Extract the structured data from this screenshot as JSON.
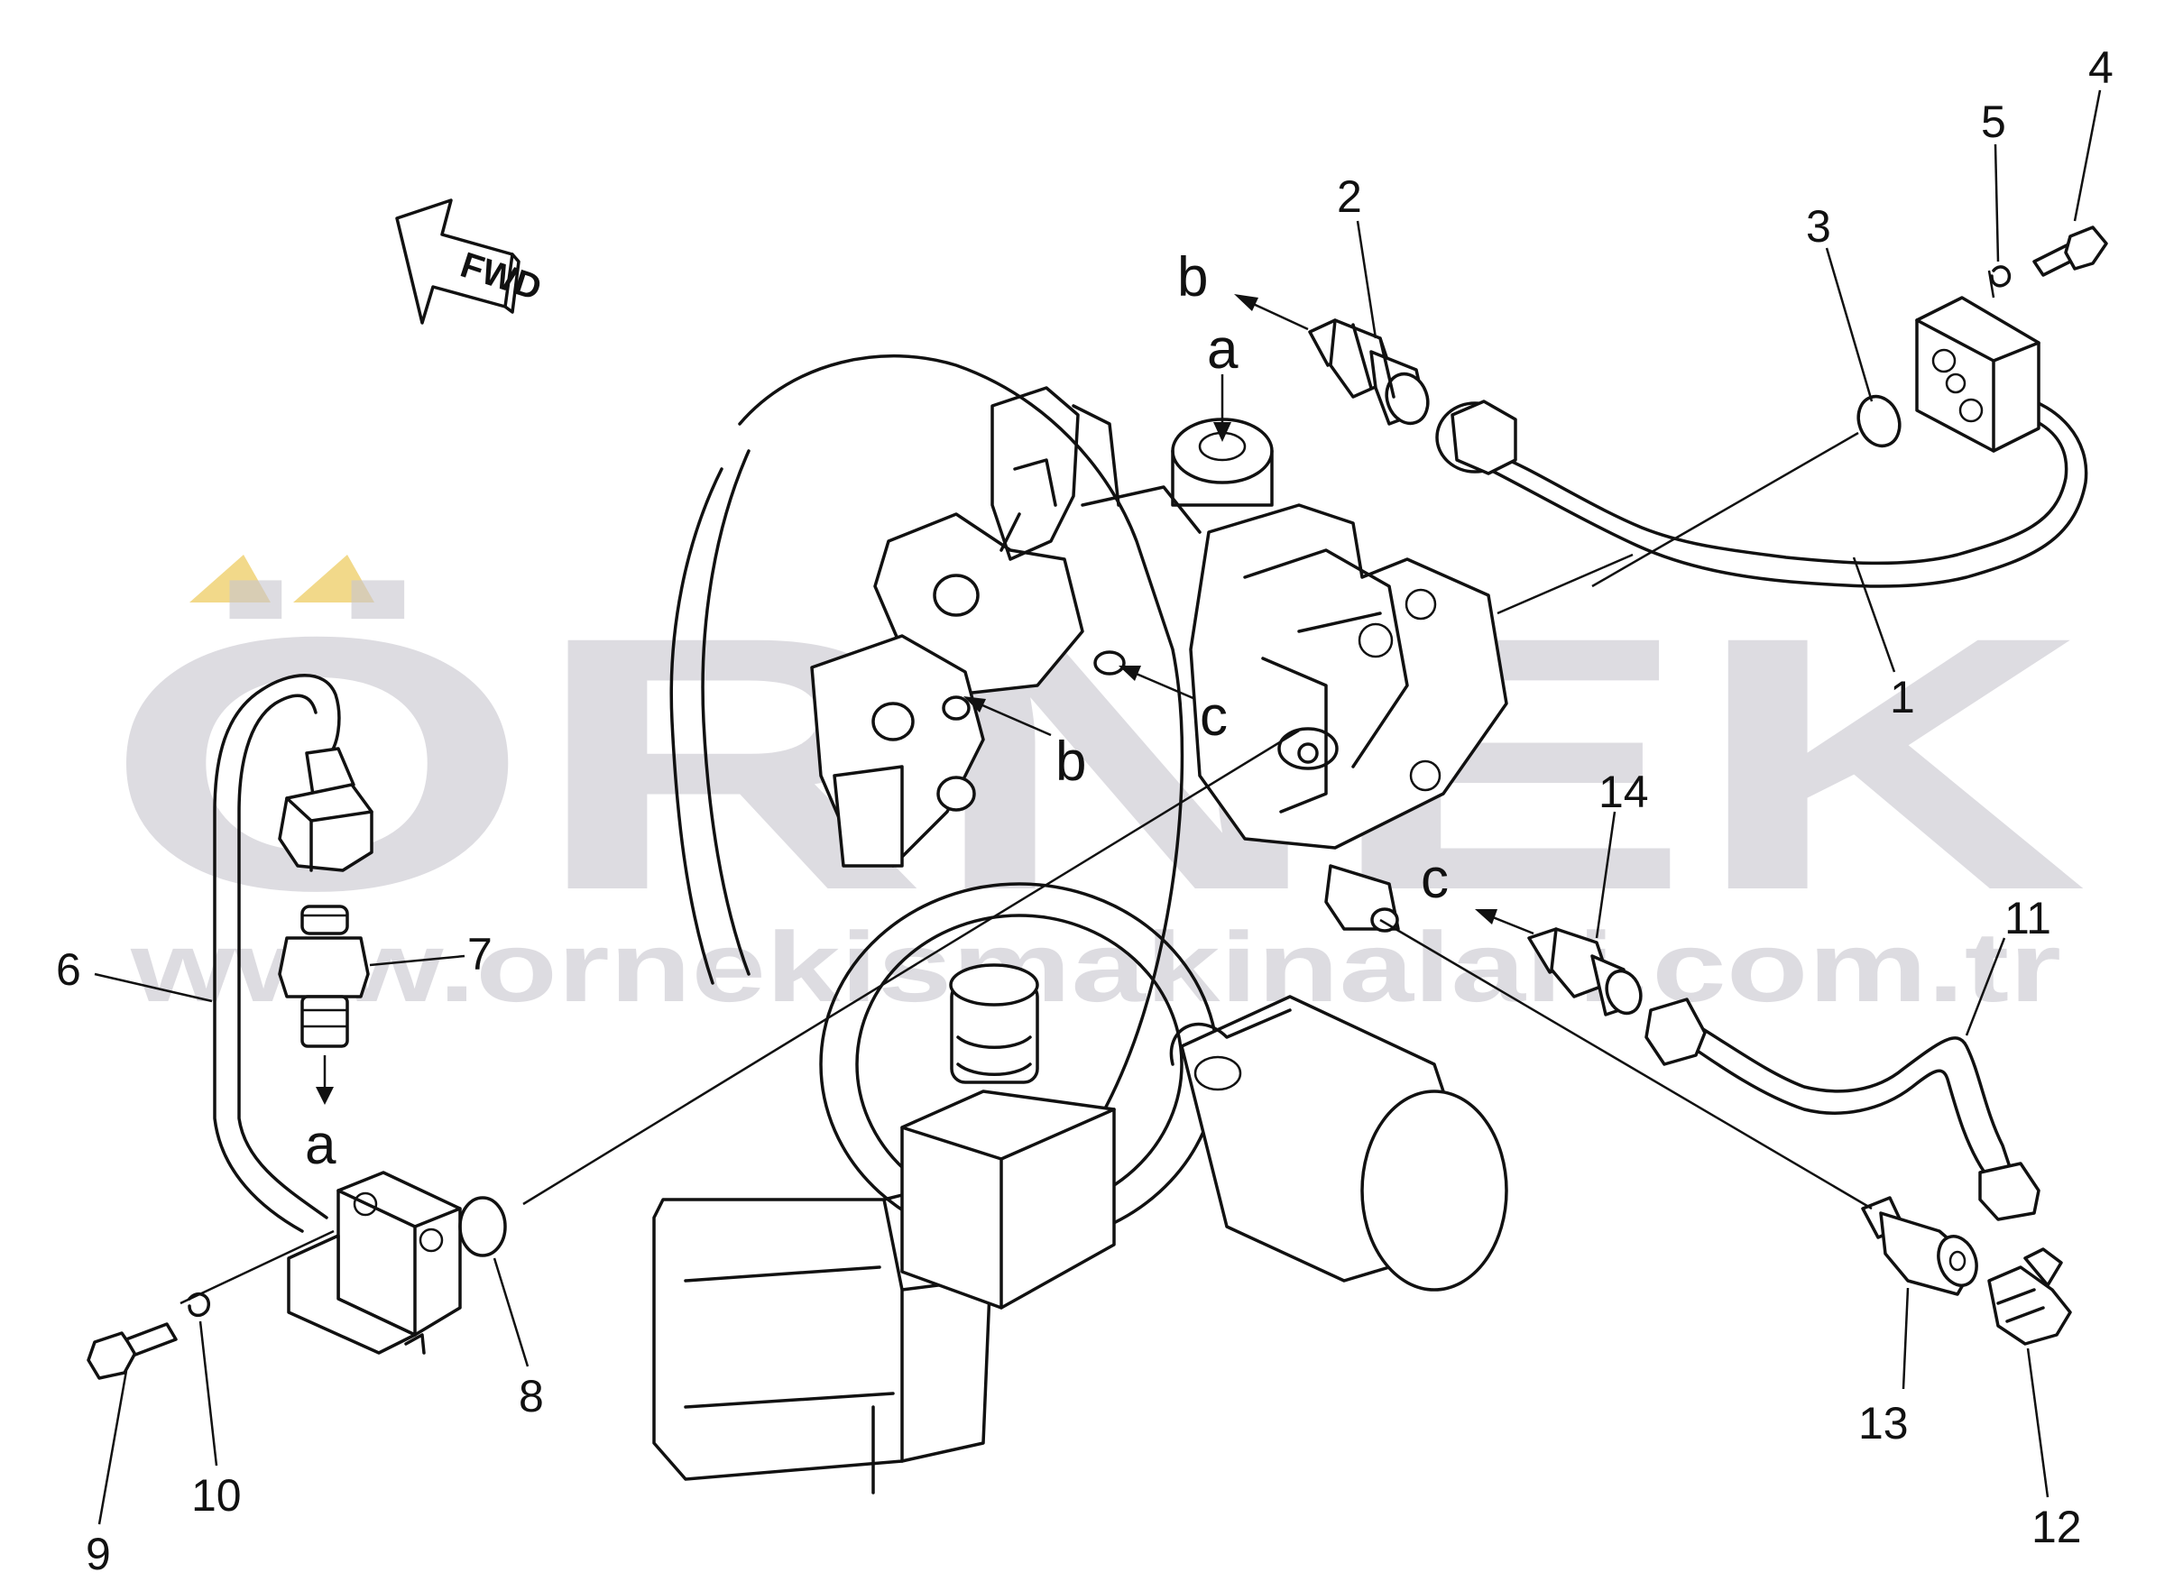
{
  "watermark": {
    "brand": "ÖRNEK",
    "url": "www.ornekismakinalari.com.tr",
    "color": "#c9c7cf",
    "accent": "#f2d98a"
  },
  "fwd_label": "FWD",
  "part_numbers": [
    "1",
    "2",
    "3",
    "4",
    "5",
    "6",
    "7",
    "8",
    "9",
    "10",
    "11",
    "12",
    "13",
    "14"
  ],
  "connection_letters": [
    "a",
    "b",
    "c"
  ]
}
